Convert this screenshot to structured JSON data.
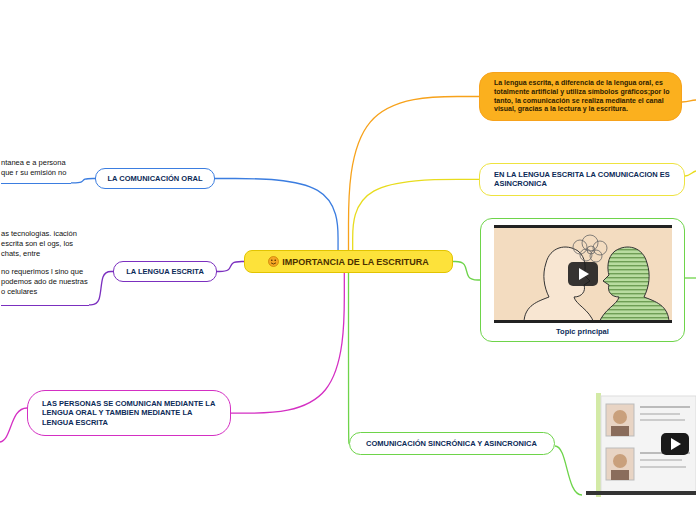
{
  "diagram": {
    "nodes": [
      {
        "text": [
          "IMPORTANCIA DE LA ESCRITURA"
        ]
      },
      {
        "text": [
          "LA COMUNICACIÓN ORAL"
        ]
      },
      {
        "text": [
          "ntanea e a persona que r su emisión no"
        ]
      },
      {
        "text": [
          "LA LENGUA ESCRITA"
        ]
      },
      {
        "text": [
          "as tecnologías. icación escrita son el ogs, los chats, entre",
          "no requerimos l sino que podemos ado de nuestras o celulares"
        ]
      },
      {
        "text": [
          "LAS PERSONAS SE COMUNICAN MEDIANTE LA LENGUA ORAL Y TAMBIEN MEDIANTE LA LENGUA ESCRITA"
        ]
      },
      {
        "text": [
          "La lengua escrita, a diferencia de la lengua oral, es totalmente artificial y utiliza símbolos gráficos;por lo tanto, la comunicación se realiza mediante el canal visual, gracias a la lectura y la escritura."
        ]
      },
      {
        "text": [
          "EN LA LENGUA ESCRITA LA COMUNICACION ES ASINCRONICA"
        ]
      },
      {
        "text": [
          "Topic principal"
        ]
      },
      {
        "text": [
          "COMUNICACIÓN SINCRÓNICA Y ASINCRONICA"
        ]
      }
    ],
    "edges": [
      {
        "from": 0,
        "to": 1,
        "arrow": "none"
      },
      {
        "from": 1,
        "to": 2,
        "arrow": "none"
      },
      {
        "from": 0,
        "to": 3,
        "arrow": "none"
      },
      {
        "from": 3,
        "to": 4,
        "arrow": "none"
      },
      {
        "from": 0,
        "to": 5,
        "arrow": "none"
      },
      {
        "from": 0,
        "to": 6,
        "arrow": "none"
      },
      {
        "from": 0,
        "to": 7,
        "arrow": "none"
      },
      {
        "from": 0,
        "to": 8,
        "arrow": "none"
      },
      {
        "from": 0,
        "to": 9,
        "arrow": "none"
      }
    ]
  }
}
